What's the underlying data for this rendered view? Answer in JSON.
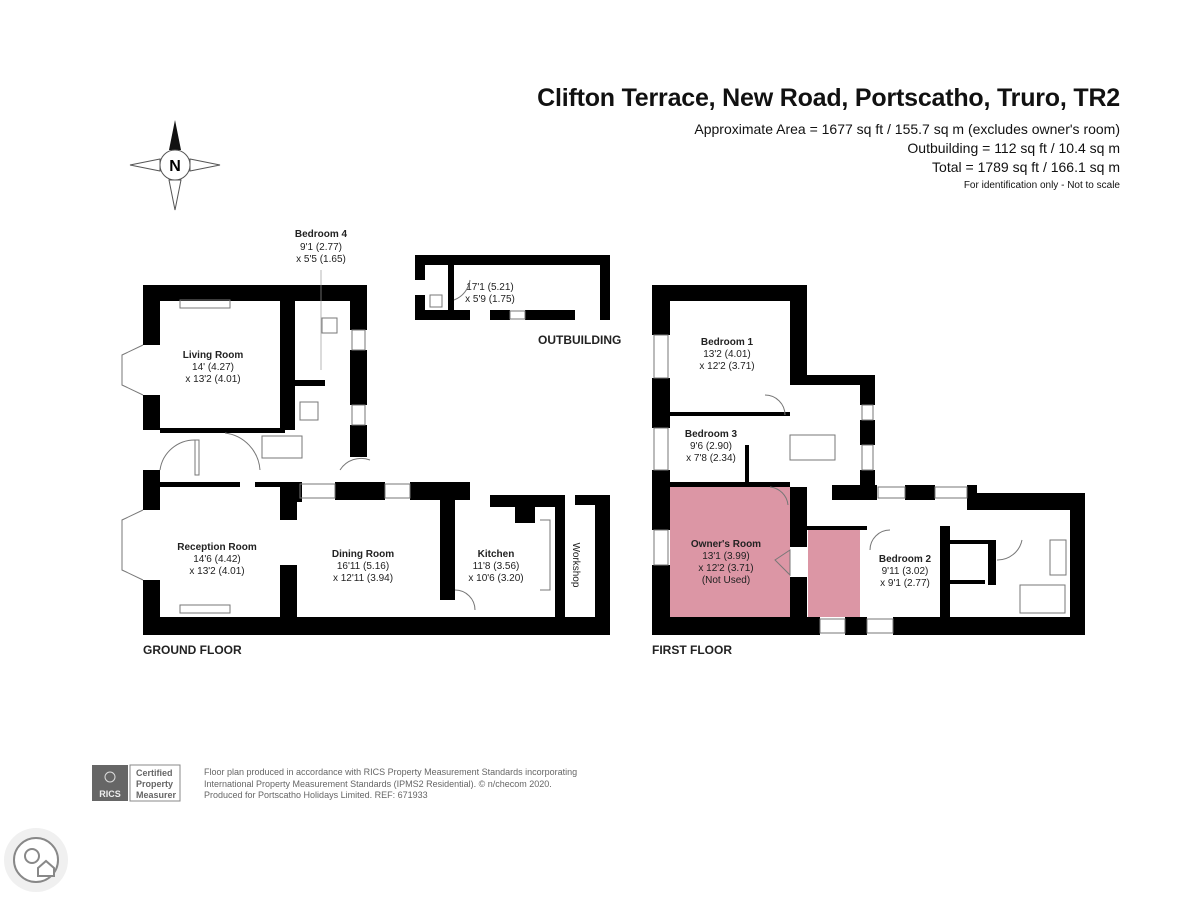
{
  "header": {
    "title": "Clifton Terrace, New Road, Portscatho, Truro, TR2",
    "areas": [
      "Approximate Area = 1677 sq ft / 155.7 sq m (excludes owner's room)",
      "Outbuilding = 112 sq ft / 10.4 sq m",
      "Total = 1789 sq ft / 166.1 sq m"
    ],
    "note": "For identification only - Not to scale"
  },
  "compass": {
    "label": "N"
  },
  "ground_floor": {
    "label": "GROUND FLOOR",
    "rooms": [
      {
        "name": "Bedroom 4",
        "dim1": "9'1 (2.77)",
        "dim2": "x 5'5 (1.65)"
      },
      {
        "name": "Living Room",
        "dim1": "14' (4.27)",
        "dim2": "x 13'2 (4.01)"
      },
      {
        "name": "Reception Room",
        "dim1": "14'6 (4.42)",
        "dim2": "x 13'2 (4.01)"
      },
      {
        "name": "Dining Room",
        "dim1": "16'11 (5.16)",
        "dim2": "x 12'11 (3.94)"
      },
      {
        "name": "Kitchen",
        "dim1": "11'8 (3.56)",
        "dim2": "x 10'6 (3.20)"
      },
      {
        "name": "Workshop"
      }
    ]
  },
  "outbuilding": {
    "label": "OUTBUILDING",
    "dim1": "17'1 (5.21)",
    "dim2": "x 5'9 (1.75)"
  },
  "first_floor": {
    "label": "FIRST FLOOR",
    "rooms": [
      {
        "name": "Bedroom 1",
        "dim1": "13'2 (4.01)",
        "dim2": "x 12'2 (3.71)"
      },
      {
        "name": "Bedroom 3",
        "dim1": "9'6 (2.90)",
        "dim2": "x 7'8 (2.34)"
      },
      {
        "name": "Owner's Room",
        "dim1": "13'1 (3.99)",
        "dim2": "x 12'2 (3.71)",
        "dim3": "(Not Used)"
      },
      {
        "name": "Bedroom 2",
        "dim1": "9'11 (3.02)",
        "dim2": "x 9'1 (2.77)"
      }
    ],
    "owner_room_color": "#dc96a5"
  },
  "footer": {
    "badge": {
      "brand": "RICS",
      "line1": "Certified",
      "line2": "Property",
      "line3": "Measurer"
    },
    "lines": [
      "Floor plan produced in accordance with RICS Property Measurement Standards incorporating",
      "International Property Measurement Standards (IPMS2 Residential).   © n/checom 2020.",
      "Produced for Portscatho Holidays Limited.   REF:  671933"
    ]
  }
}
